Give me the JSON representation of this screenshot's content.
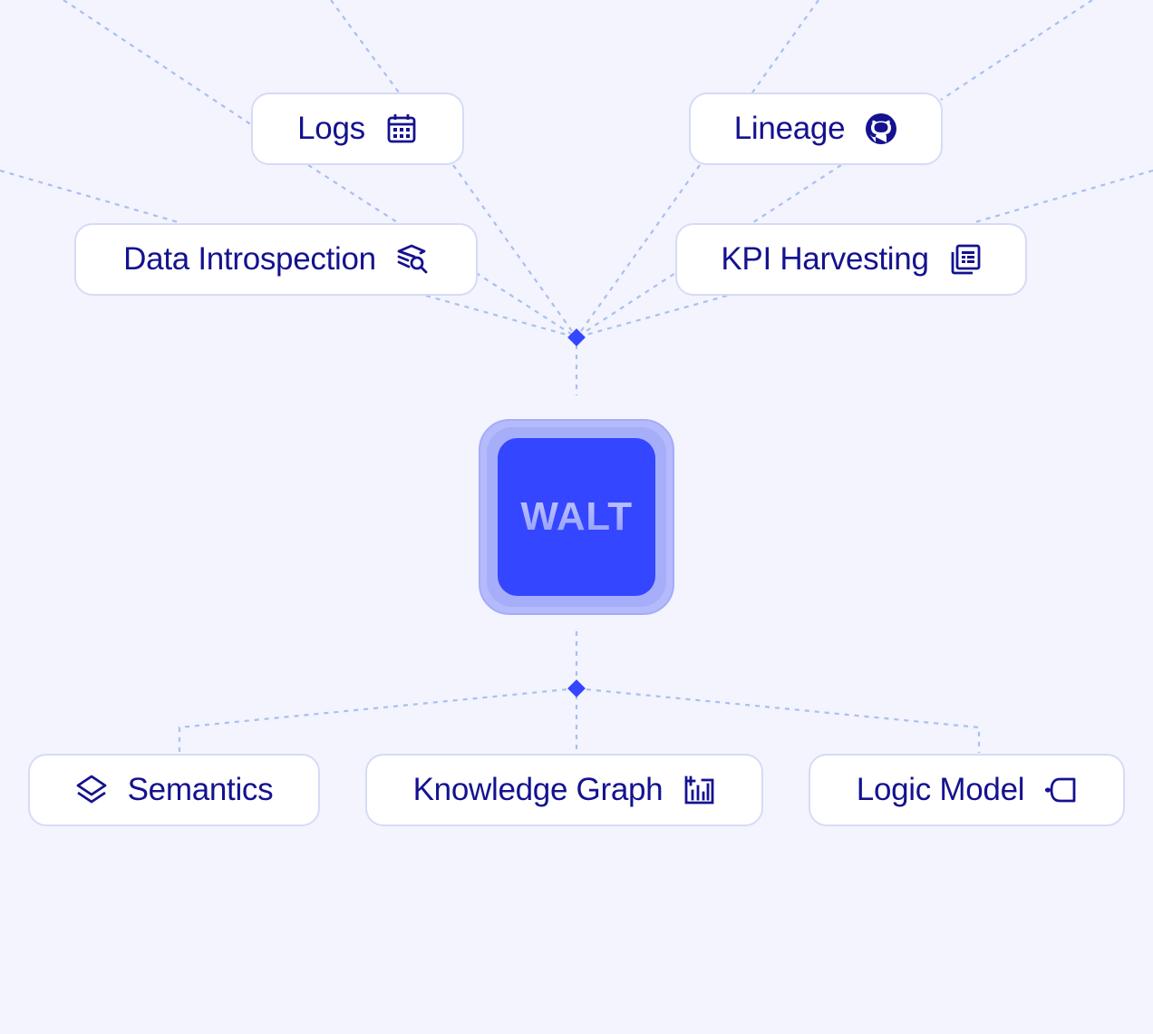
{
  "diagram": {
    "center": {
      "label": "WALT"
    },
    "top_nodes": [
      {
        "id": "logs",
        "label": "Logs",
        "icon": "calendar-icon"
      },
      {
        "id": "lineage",
        "label": "Lineage",
        "icon": "github-icon"
      },
      {
        "id": "data-introspection",
        "label": "Data Introspection",
        "icon": "stack-search-icon"
      },
      {
        "id": "kpi-harvesting",
        "label": "KPI Harvesting",
        "icon": "report-icon"
      }
    ],
    "bottom_nodes": [
      {
        "id": "semantics",
        "label": "Semantics",
        "icon": "layers-icon"
      },
      {
        "id": "knowledge-graph",
        "label": "Knowledge Graph",
        "icon": "bar-chart-add-icon"
      },
      {
        "id": "logic-model",
        "label": "Logic Model",
        "icon": "logic-gate-icon"
      }
    ]
  },
  "colors": {
    "background": "#f3f4fd",
    "node_text": "#14128f",
    "node_border": "#d6dbf6",
    "connector": "#a9bff0",
    "accent": "#3446ff"
  }
}
